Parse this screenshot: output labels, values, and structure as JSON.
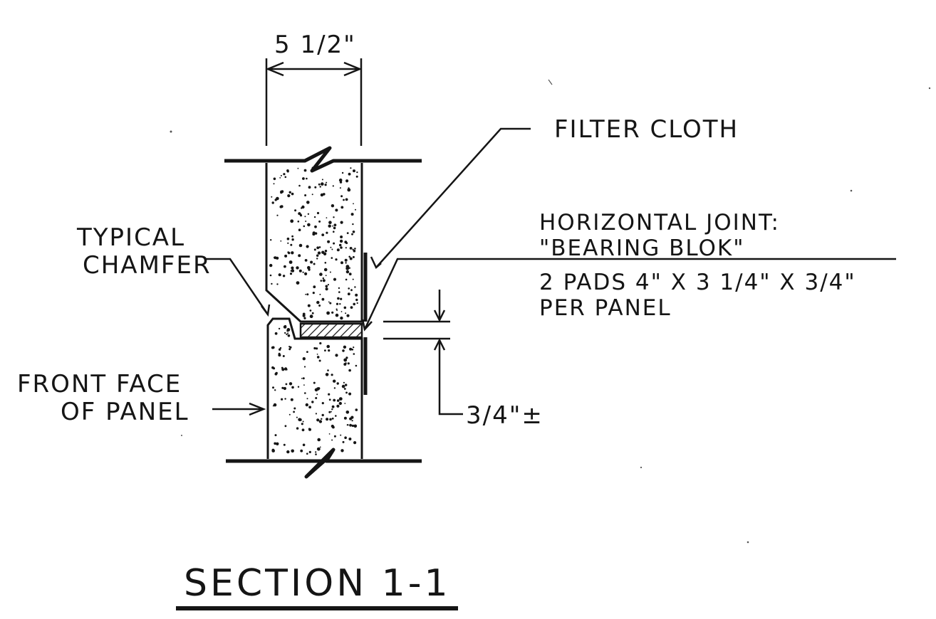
{
  "dimensions": {
    "panel_thickness": "5 1/2\"",
    "joint_gap": "3/4\"±"
  },
  "labels": {
    "filter_cloth": "FILTER CLOTH",
    "typical_chamfer_line1": "TYPICAL",
    "typical_chamfer_line2": "CHAMFER",
    "horizontal_joint_line1": "HORIZONTAL JOINT:",
    "horizontal_joint_line2": "\"BEARING BLOK\"",
    "pads_line1": "2 PADS 4\" X 3 1/4\" X 3/4\"",
    "pads_line2": "PER PANEL",
    "front_face_line1": "FRONT FACE",
    "front_face_line2": "OF PANEL"
  },
  "title": "SECTION 1-1",
  "colors": {
    "ink": "#151515",
    "paper": "#ffffff"
  }
}
